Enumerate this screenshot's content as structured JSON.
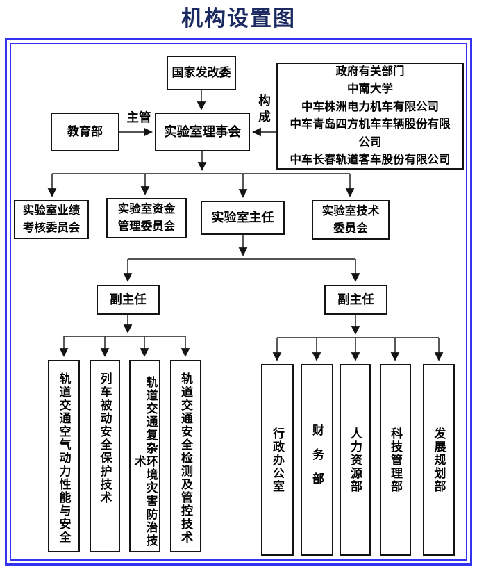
{
  "title": "机构设置图",
  "colors": {
    "title_text": "#1b2b62",
    "frame_border": "#3333f0",
    "box_border": "#141414",
    "connector_line": "#3c3c3c",
    "box_text": "#000000",
    "background": "#ffffff"
  },
  "edge_labels": {
    "supervisor": "主管",
    "composition": "构成"
  },
  "nodes": {
    "ndrc": {
      "label": "国家发改委"
    },
    "founders": {
      "label": "政府有关部门\n中南大学\n中车株洲电力机车有限公司\n中车青岛四方机车车辆股份有限\n公司\n中车长春轨道客车股份有限公司"
    },
    "moe": {
      "label": "教育部"
    },
    "council": {
      "label": "实验室理事会"
    },
    "perf_committee": {
      "label": "实验室业绩\n考核委员会"
    },
    "fund_committee": {
      "label": "实验室资金\n管理委员会"
    },
    "director": {
      "label": "实验室主任"
    },
    "tech_committee": {
      "label": "实验室技术\n委员会"
    },
    "deputy_left": {
      "label": "副主任"
    },
    "deputy_right": {
      "label": "副主任"
    },
    "research_left": [
      {
        "label": "轨道交通空气动力性能与安全"
      },
      {
        "label": "列车被动安全保护技术"
      },
      {
        "label": "轨道交通复杂环境灾害防治技术"
      },
      {
        "label": "轨道交通安全检测及管控技术"
      }
    ],
    "departments_right": [
      {
        "label": "行政办公室"
      },
      {
        "label": "财务部"
      },
      {
        "label": "人力资源部"
      },
      {
        "label": "科技管理部"
      },
      {
        "label": "发展规划部"
      }
    ]
  }
}
